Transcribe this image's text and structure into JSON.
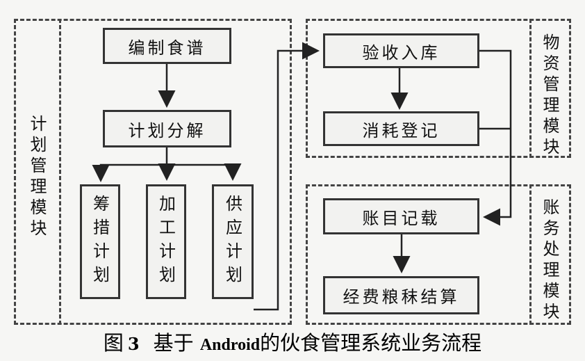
{
  "planning": {
    "module_label": "计划管理模块",
    "compile_recipe": "编制食谱",
    "plan_breakdown": "计划分解",
    "raise_plan": "筹措计划",
    "process_plan": "加工计划",
    "supply_plan": "供应计划"
  },
  "materials": {
    "module_label": "物资管理模块",
    "acceptance": "验收入库",
    "consumption": "消耗登记"
  },
  "accounting": {
    "module_label": "账务处理模块",
    "ledger": "账目记载",
    "settlement": "经费粮秣结算"
  },
  "caption": {
    "prefix": "图",
    "number": "3",
    "text_before": "基于",
    "platform": "Android",
    "text_after": "的伙食管理系统业务流程"
  }
}
